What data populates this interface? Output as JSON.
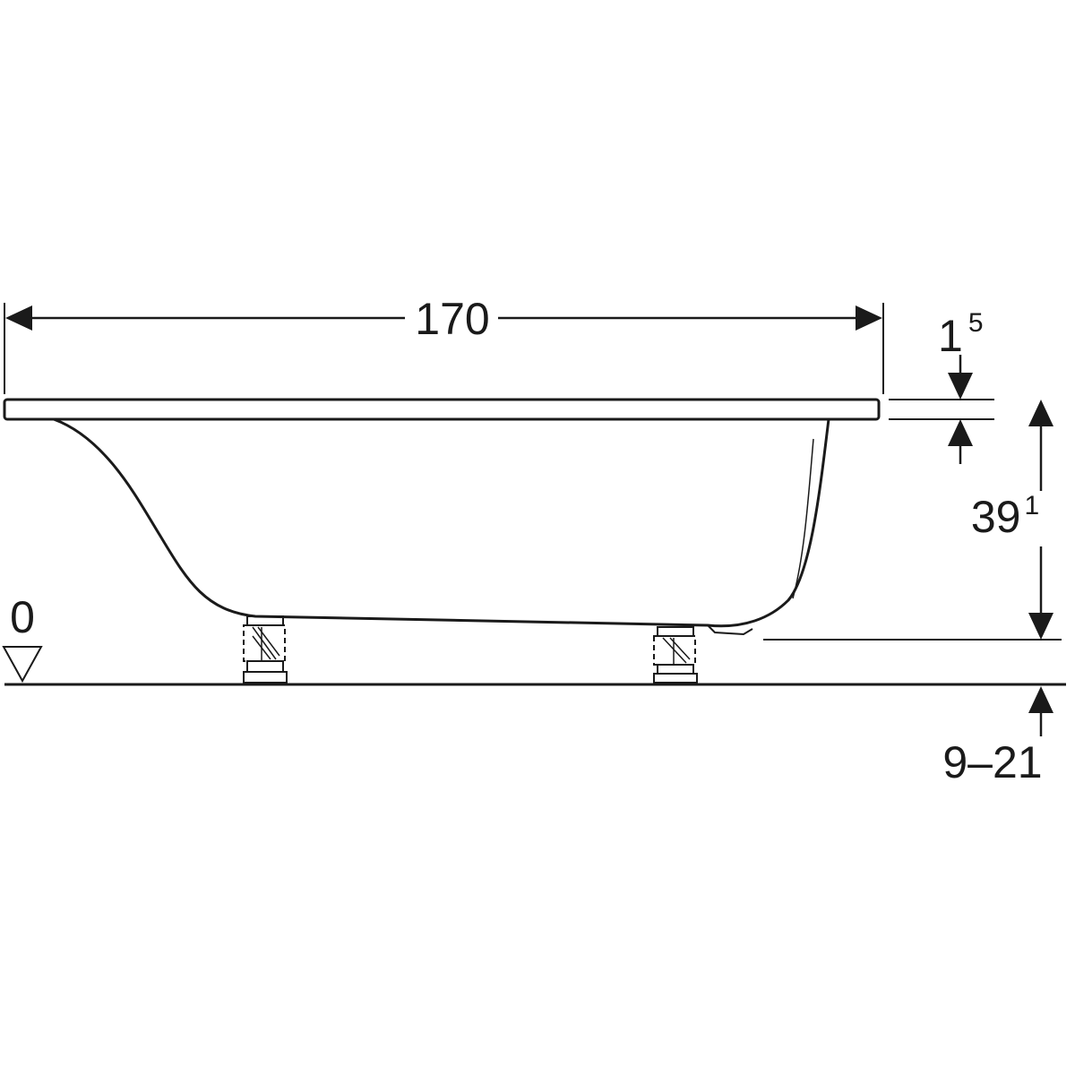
{
  "dimensions": {
    "length": {
      "value": "170"
    },
    "rim_thickness": {
      "main": "1",
      "sup": "5"
    },
    "height": {
      "main": "39",
      "sup": "1"
    },
    "floor_level": {
      "value": "0"
    },
    "leg_adjustment": {
      "value": "9–21"
    }
  },
  "colors": {
    "line": "#1a1a1a",
    "background": "#ffffff"
  }
}
